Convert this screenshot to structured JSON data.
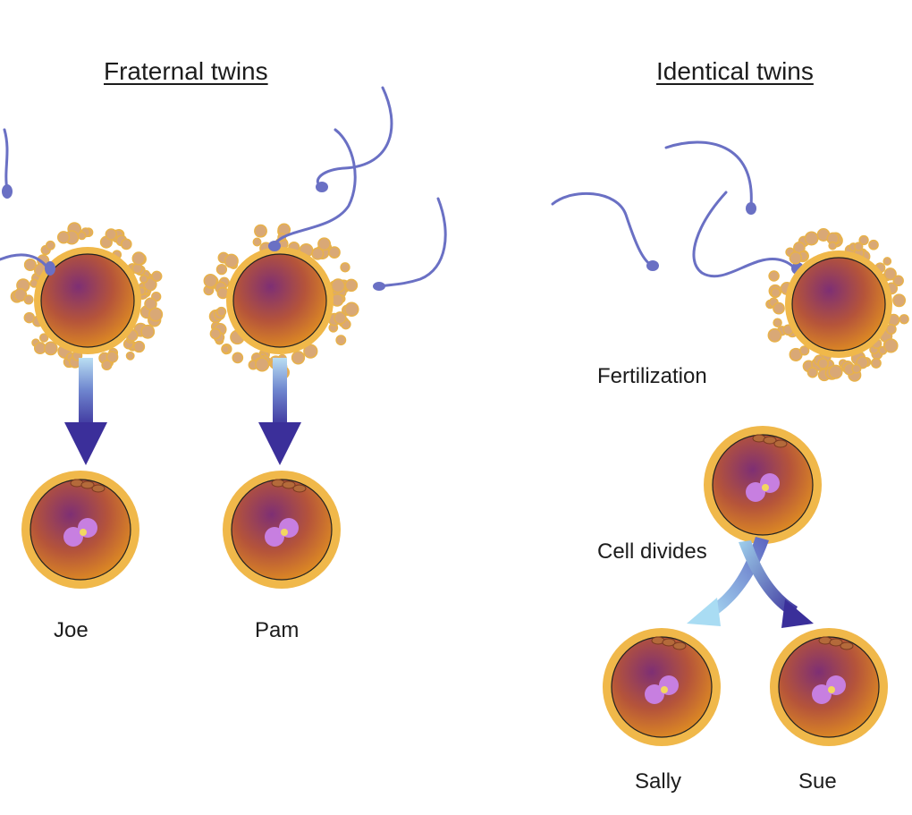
{
  "titles": {
    "fraternal": "Fraternal twins",
    "identical": "Identical twins"
  },
  "labels": {
    "fertilization": "Fertilization",
    "cell_divides": "Cell divides"
  },
  "names": {
    "joe": "Joe",
    "pam": "Pam",
    "sally": "Sally",
    "sue": "Sue"
  },
  "colors": {
    "sperm": "#6a70c4",
    "arrow_dark": "#3f3a9e",
    "arrow_light": "#9fd0ec",
    "cell_membrane": "#f0b84a",
    "cell_core": "#9a3c6a",
    "cell_edge": "#e3921a",
    "nucleus": "#c77fe0",
    "follicle": "#d9a876"
  }
}
